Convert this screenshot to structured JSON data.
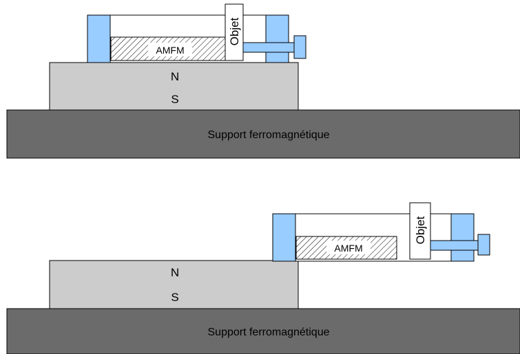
{
  "colors": {
    "support": "#6b6b6b",
    "magnet": "#cccccc",
    "clamp": "#99ccff",
    "outline": "#000000",
    "background": "#ffffff"
  },
  "top_diagram": {
    "magnet_north": "N",
    "magnet_south": "S",
    "support_label": "Support ferromagnétique",
    "amfm_label": "AMFM",
    "object_label": "Objet"
  },
  "bottom_diagram": {
    "magnet_north": "N",
    "magnet_south": "S",
    "support_label": "Support ferromagnétique",
    "amfm_label": "AMFM",
    "object_label": "Objet"
  }
}
